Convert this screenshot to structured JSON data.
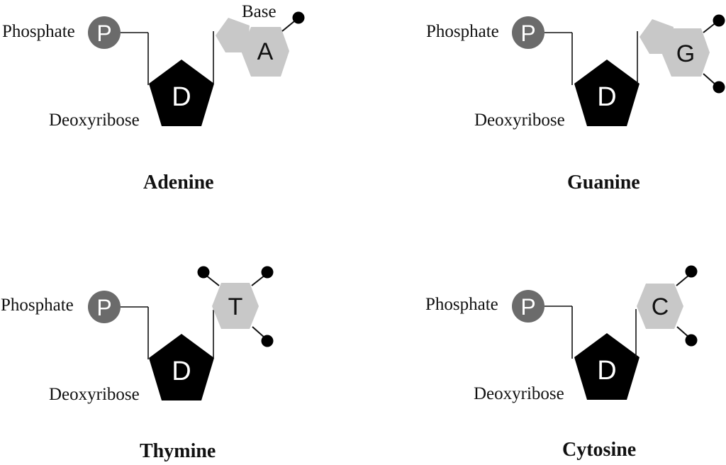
{
  "colors": {
    "phosphate": "#6b6b6b",
    "sugar": "#000000",
    "base": "#c8c8c8",
    "dot": "#000000",
    "line": "#111111"
  },
  "labels": {
    "phosphate": "Phosphate",
    "deoxyribose": "Deoxyribose",
    "base": "Base"
  },
  "glyphs": {
    "phosphate": "P",
    "sugar": "D"
  },
  "nucleotides": [
    {
      "name": "Adenine",
      "letter": "A",
      "base_shape": "purine",
      "side_groups": 1,
      "show_base_label": true
    },
    {
      "name": "Guanine",
      "letter": "G",
      "base_shape": "purine",
      "side_groups": 2,
      "show_base_label": false
    },
    {
      "name": "Thymine",
      "letter": "T",
      "base_shape": "pyrimidine",
      "side_groups": 3,
      "show_base_label": false
    },
    {
      "name": "Cytosine",
      "letter": "C",
      "base_shape": "pyrimidine",
      "side_groups": 2,
      "show_base_label": false
    }
  ]
}
